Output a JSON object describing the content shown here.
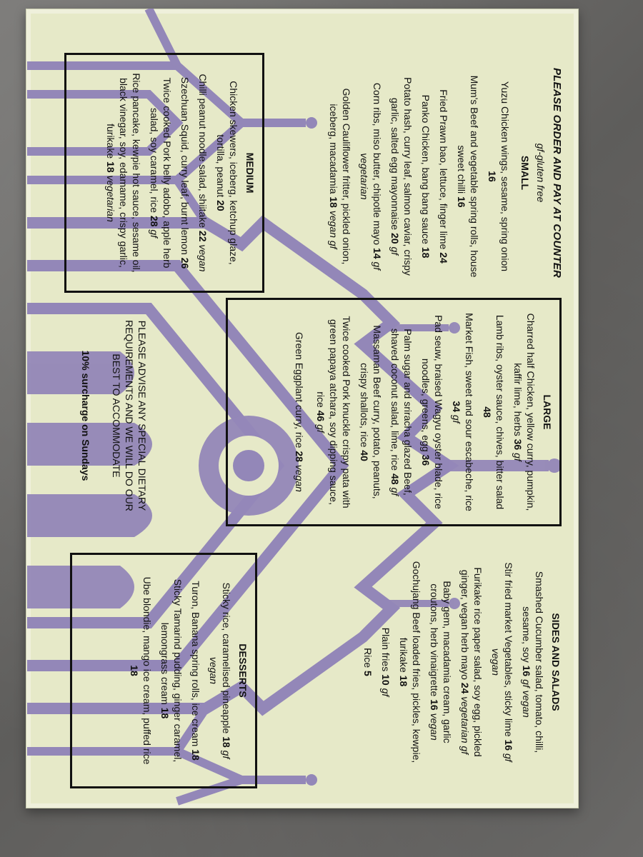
{
  "menu": {
    "title": "PLEASE ORDER AND PAY AT COUNTER",
    "gf_note": "gf-gluten free",
    "sections": {
      "small": {
        "heading": "SMALL",
        "items": [
          {
            "lines": [
              "Yuzu Chicken wings, sesame, spring onion",
              "16"
            ],
            "price": ""
          },
          {
            "lines": [
              "Mum's Beef and vegetable spring rolls, house",
              "sweet chilli"
            ],
            "price": "16"
          },
          {
            "lines": [
              "Fried Prawn bao, lettuce, finger lime"
            ],
            "price": "24"
          },
          {
            "lines": [
              "Panko Chicken, bang bang sauce"
            ],
            "price": "18"
          },
          {
            "lines": [
              "Potato hash, curry leaf, salmon caviar, crispy",
              "garlic, salted egg mayonnaise"
            ],
            "price": "20",
            "tag": "gf"
          },
          {
            "lines": [
              "Corn ribs, miso butter, chipotle mayo"
            ],
            "price": "14",
            "tag": "gf",
            "extra": "vegetarian"
          },
          {
            "lines": [
              "Golden Cauliflower fritter, pickled onion,",
              "iceberg, macadamia"
            ],
            "price": "18",
            "tag": "vegan gf"
          }
        ]
      },
      "medium": {
        "heading": "MEDIUM",
        "items": [
          {
            "lines": [
              "Chicken skewers, iceberg, ketchup glaze,",
              "tortilla, peanut"
            ],
            "price": "20"
          },
          {
            "lines": [
              "Chilli peanut noodle salad, shiitake"
            ],
            "price": "22",
            "tag": "vegan"
          },
          {
            "lines": [
              "Szechuan Squid, curry leaf, burnt lemon"
            ],
            "price": "26"
          },
          {
            "lines": [
              "Twice cooked Pork belly adobo, apple herb",
              "salad, soy caramel, rice"
            ],
            "price": "28",
            "tag": "gf"
          },
          {
            "lines": [
              "Rice pancake, kewpie hot sauce, sesame oil,",
              "black vinegar, soy, edamame, crispy garlic,",
              "furikake"
            ],
            "price": "18",
            "tag": "vegetarian"
          }
        ]
      },
      "large": {
        "heading": "LARGE",
        "items": [
          {
            "lines": [
              "Charred half Chicken, yellow curry, pumpkin,",
              "kaffir lime, herbs"
            ],
            "price": "36",
            "tag": "gf"
          },
          {
            "lines": [
              "Lamb ribs, oyster sauce, chives, bitter salad"
            ],
            "price": "",
            "price_line": "48"
          },
          {
            "lines": [
              "Market Fish, sweet and sour escabeche, rice"
            ],
            "price": "",
            "price_line": "34",
            "tag": "gf"
          },
          {
            "lines": [
              "Pad seuw, braised Wagyu oyster blade, rice",
              "noodles, greens, egg"
            ],
            "price": "36"
          },
          {
            "lines": [
              "Palm sugar and sriracha glazed Beef,",
              "shaved coconut salad, lime, rice"
            ],
            "price": "48",
            "tag": "gf"
          },
          {
            "lines": [
              "Massaman Beef curry, potato, peanuts,",
              "crispy shallots, rice"
            ],
            "price": "40"
          },
          {
            "lines": [
              "Twice cooked Pork knuckle crispy pata with",
              "green papaya atchara, soy dipping sauce,",
              "rice"
            ],
            "price": "46",
            "tag": "gf"
          },
          {
            "lines": [
              "Green Eggplant curry, rice"
            ],
            "price": "28",
            "tag": "vegan"
          }
        ]
      },
      "sides": {
        "heading": "SIDES AND SALADS",
        "items": [
          {
            "lines": [
              "Smashed Cucumber salad, tomato, chilli,",
              "sesame, soy"
            ],
            "price": "16",
            "tag": "gf vegan"
          },
          {
            "lines": [
              "Stir fried market Vegetables, sticky lime"
            ],
            "price": "16",
            "tag": "gf",
            "extra": "vegan"
          },
          {
            "lines": [
              "Furikake rice paper salad, soy egg, pickled",
              "ginger, vegan herb mayo"
            ],
            "price": "24",
            "tag": "vegetarian gf"
          },
          {
            "lines": [
              "Baby gem, macadamia cream, garlic",
              "croutons, herb vinaigrette"
            ],
            "price": "16",
            "tag": "vegan"
          },
          {
            "lines": [
              "Gochujang Beef loaded fries, pickles, kewpie,",
              "furikake"
            ],
            "price": "18"
          },
          {
            "lines": [
              "Plain fries"
            ],
            "price": "10",
            "tag": "gf"
          },
          {
            "lines": [
              "Rice"
            ],
            "price": "5"
          }
        ]
      },
      "desserts": {
        "heading": "DESSERTS",
        "items": [
          {
            "lines": [
              "Sticky rice, caramelised pineapple"
            ],
            "price": "18",
            "tag": "gf",
            "extra": "vegan"
          },
          {
            "lines": [
              "Turon, Banana spring rolls, ice cream"
            ],
            "price": "18"
          },
          {
            "lines": [
              "Sticky Tamarind pudding, ginger caramel,",
              "lemongrass cream"
            ],
            "price": "18"
          },
          {
            "lines": [
              "Ube blondie, mango ice cream, puffed rice"
            ],
            "price": "",
            "price_line": "18"
          }
        ]
      }
    },
    "dietary_note": [
      "PLEASE ADVISE ANY SPECIAL DIETARY",
      "REQUIREMENTS AND WE WILL DO OUR",
      "BEST TO ACCOMMODATE"
    ],
    "surcharge": "10% surcharge on Sundays"
  },
  "colors": {
    "paper": "#e6e9c8",
    "art": "#9387b8",
    "ink": "#111111",
    "table": "#6f6e6c"
  },
  "icons": [
    "temple-illustration"
  ]
}
